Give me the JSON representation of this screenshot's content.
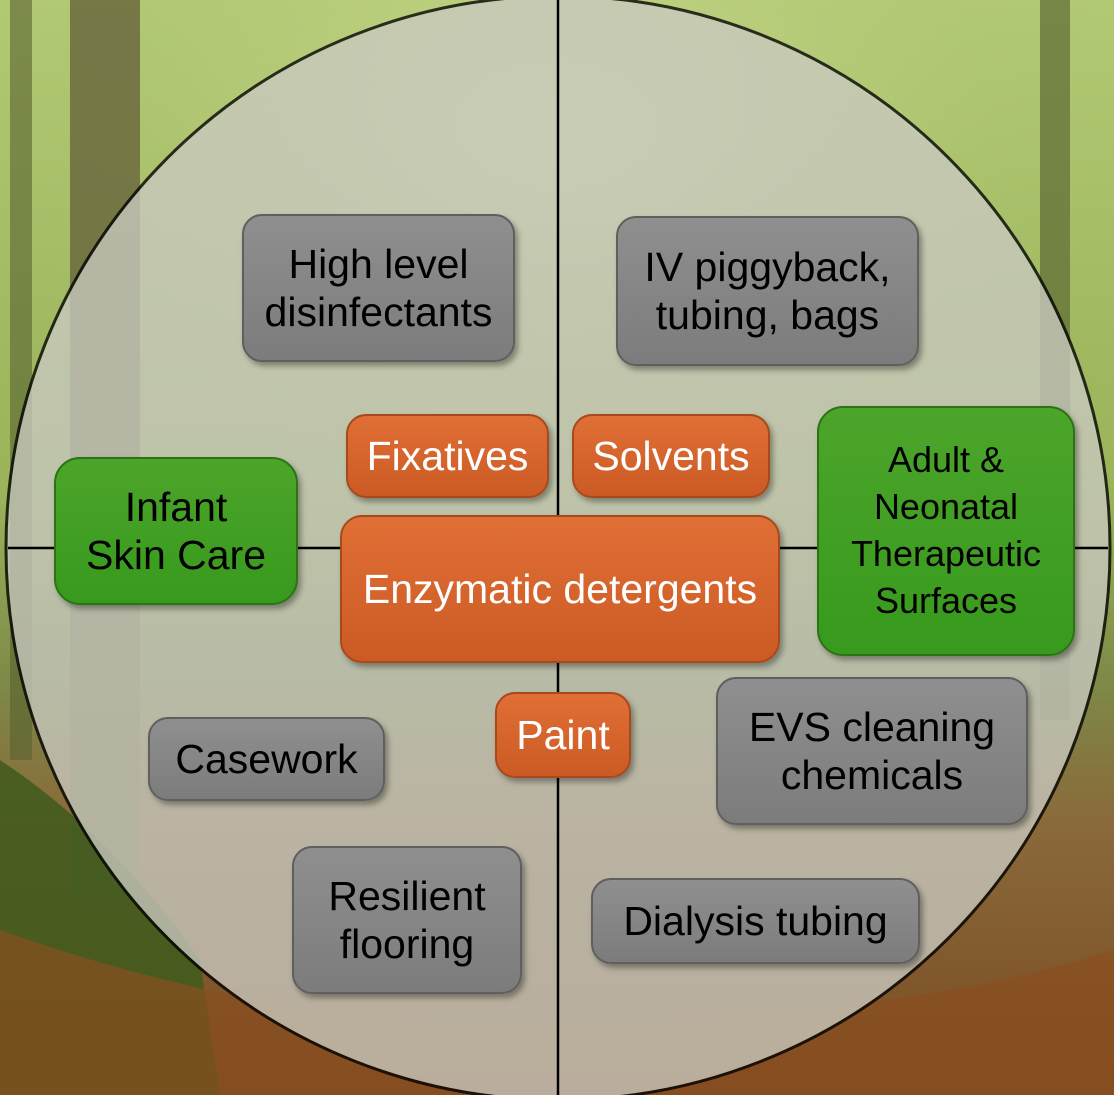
{
  "colors": {
    "gray": "#858585",
    "orange": "#D6622C",
    "green": "#3FA023",
    "circle_fill": "#C9C9C0",
    "divider": "#000000"
  },
  "diagram": {
    "center": "Enzymatic detergents",
    "orange_items": [
      "Fixatives",
      "Solvents",
      "Paint"
    ],
    "green_items": [
      "Infant\nSkin Care",
      "Adult &\nNeonatal\nTherapeutic\nSurfaces"
    ],
    "gray_items": [
      "High level\ndisinfectants",
      "IV piggyback,\ntubing, bags",
      "EVS cleaning\nchemicals",
      "Casework",
      "Resilient\nflooring",
      "Dialysis tubing"
    ]
  }
}
